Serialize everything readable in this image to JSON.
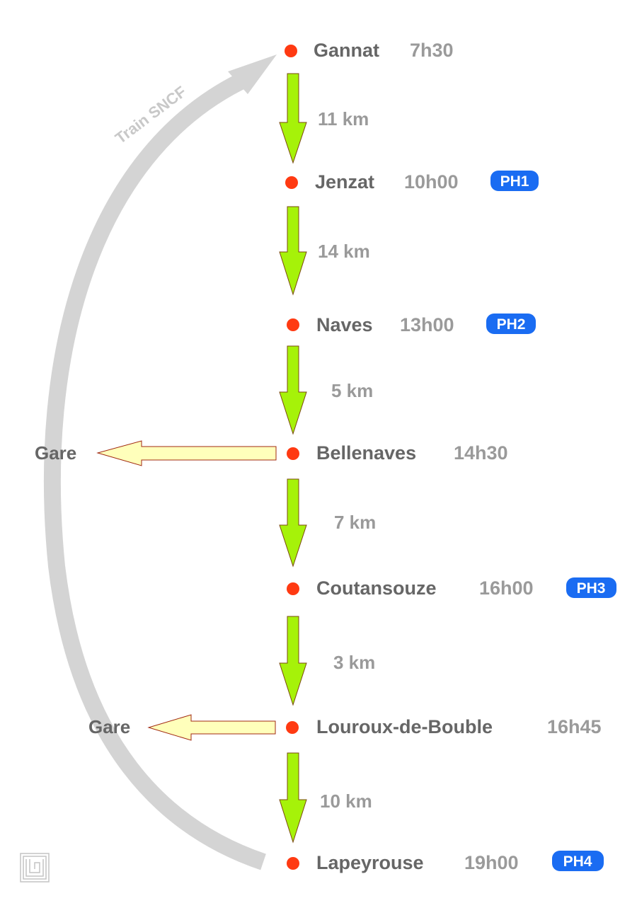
{
  "train_label": "Train SNCF",
  "stops": [
    {
      "name": "Gannat",
      "time": "7h30",
      "badge": ""
    },
    {
      "name": "Jenzat",
      "time": "10h00",
      "badge": "PH1"
    },
    {
      "name": "Naves",
      "time": "13h00",
      "badge": "PH2"
    },
    {
      "name": "Bellenaves",
      "time": "14h30",
      "badge": ""
    },
    {
      "name": "Coutansouze",
      "time": "16h00",
      "badge": "PH3"
    },
    {
      "name": "Louroux-de-Bouble",
      "time": "16h45",
      "badge": ""
    },
    {
      "name": "Lapeyrouse",
      "time": "19h00",
      "badge": "PH4"
    }
  ],
  "segments": [
    {
      "distance": "11 km"
    },
    {
      "distance": "14 km"
    },
    {
      "distance": "5 km"
    },
    {
      "distance": "7 km"
    },
    {
      "distance": "3 km"
    },
    {
      "distance": "10 km"
    }
  ],
  "stations": [
    {
      "label": "Gare"
    },
    {
      "label": "Gare"
    }
  ],
  "colors": {
    "dot": "#ff3a12",
    "segment_arrow": "#a6f209",
    "station_arrow": "#ffffbb",
    "badge": "#1a6cf2",
    "return_arc": "#d4d4d4"
  },
  "logo_icon": "maze-logo-icon"
}
